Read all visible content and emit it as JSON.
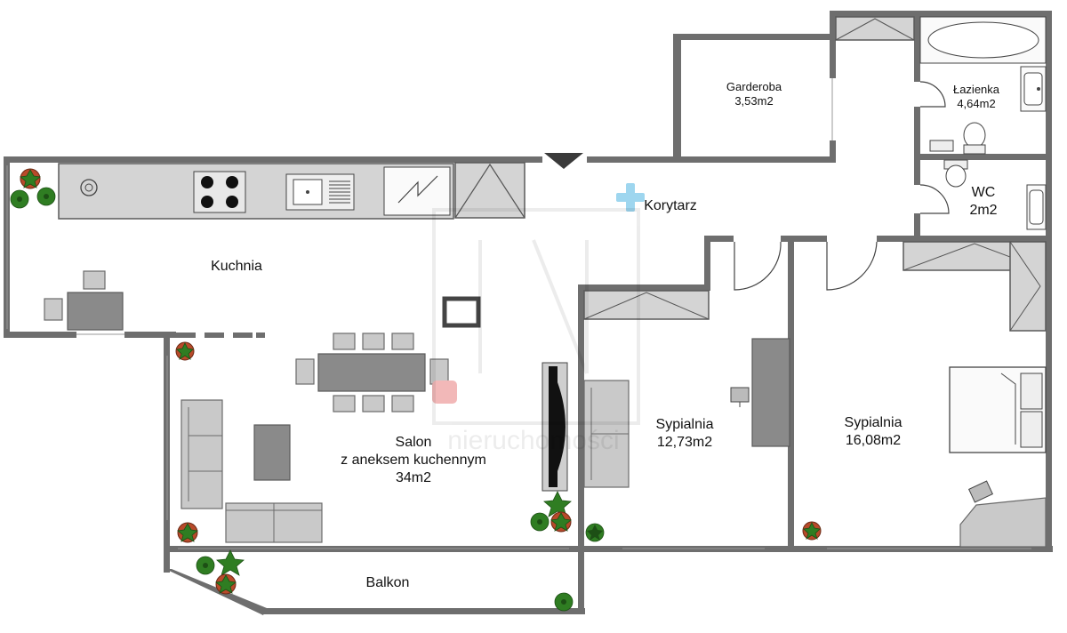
{
  "rooms": {
    "garderoba": {
      "name": "Garderoba",
      "area": "3,53m2"
    },
    "lazienka": {
      "name": "Łazienka",
      "area": "4,64m2"
    },
    "wc": {
      "name": "WC",
      "area": "2m2"
    },
    "korytarz": {
      "name": "Korytarz"
    },
    "kuchnia": {
      "name": "Kuchnia"
    },
    "salon": {
      "name": "Salon",
      "subtitle": "z aneksem kuchennym",
      "area": "34m2"
    },
    "sypialnia1": {
      "name": "Sypialnia",
      "area": "12,73m2"
    },
    "sypialnia2": {
      "name": "Sypialnia",
      "area": "16,08m2"
    },
    "balkon": {
      "name": "Balkon"
    }
  },
  "watermark": {
    "text": "nieruchomości"
  },
  "colors": {
    "wall": "#6e6e6e",
    "furniture": "#c9c9c9",
    "plant": "#2f7d22",
    "accent_cross": "#9ed6ef",
    "accent_marker": "#f2b8b8"
  }
}
